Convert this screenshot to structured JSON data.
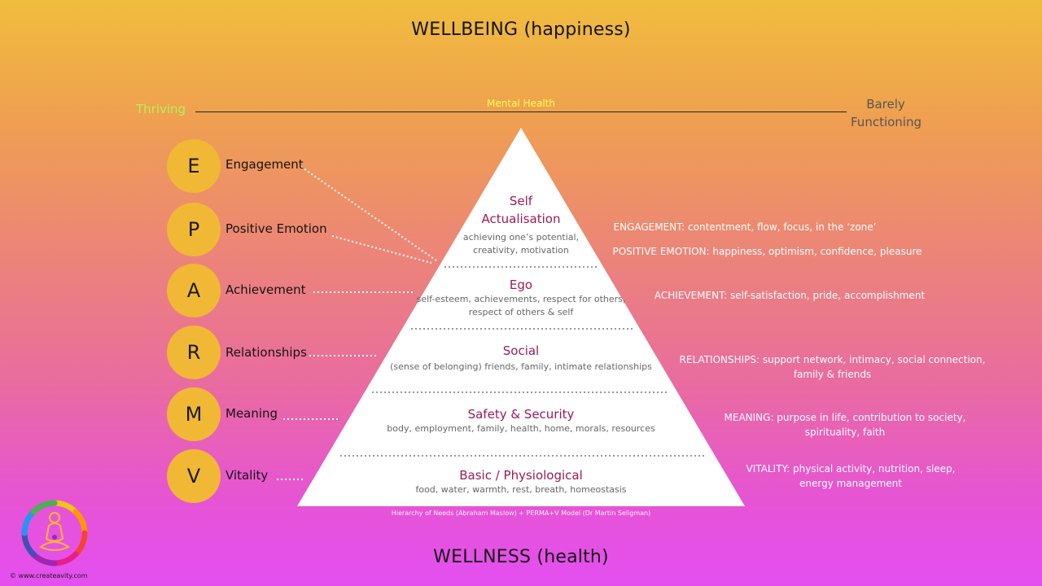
{
  "titles": {
    "top": "WELLBEING (happiness)",
    "bottom": "WELLNESS (health)"
  },
  "scale": {
    "left": "Thriving",
    "center": "Mental Health",
    "right": "Barely Functioning"
  },
  "perma": [
    {
      "letter": "E",
      "label": "Engagement"
    },
    {
      "letter": "P",
      "label": "Positive Emotion"
    },
    {
      "letter": "A",
      "label": "Achievement"
    },
    {
      "letter": "R",
      "label": "Relationships"
    },
    {
      "letter": "M",
      "label": "Meaning"
    },
    {
      "letter": "V",
      "label": "Vitality"
    }
  ],
  "pyramid": [
    {
      "title": "Self Actualisation",
      "desc": "achieving one’s potential, creativity, motivation"
    },
    {
      "title": "Ego",
      "desc": "self-esteem, achievements, respect for others, respect of others & self"
    },
    {
      "title": "Social",
      "desc": "(sense of belonging) friends, family, intimate relationships"
    },
    {
      "title": "Safety & Security",
      "desc": "body, employment, family, health,  home, morals, resources"
    },
    {
      "title": "Basic / Physiological",
      "desc": "food, water, warmth, rest, breath, homeostasis"
    }
  ],
  "definitions": [
    "ENGAGEMENT: contentment, flow, focus, in the ‘zone’",
    "POSITIVE EMOTION: happiness, optimism, confidence, pleasure",
    "ACHIEVEMENT: self-satisfaction, pride, accomplishment",
    "RELATIONSHIPS: support network, intimacy, social connection, family & friends",
    "MEANING: purpose in life, contribution to society, spirituality, faith",
    "VITALITY: physical activity, nutrition, sleep, energy management"
  ],
  "credit": "Hierarchy of Needs  (Abraham Maslow)  +   PERMA+V Model (Dr Martin Seligman)",
  "copyright": "© www.createavity.com",
  "colors": {
    "circle": "#f1b836",
    "pyramid": "#ffffff",
    "level_title": "#9a1a5a",
    "thriving": "#b9f05a",
    "mental_health": "#ffff55"
  },
  "logo_icon": "meditation-figure-icon"
}
